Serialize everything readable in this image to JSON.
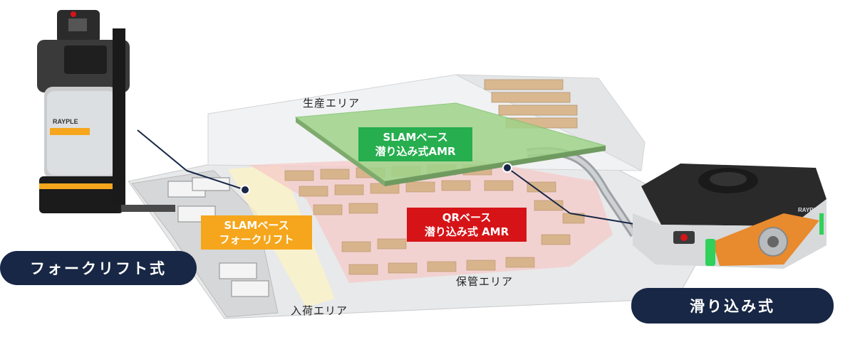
{
  "labels": {
    "production_area": "生産エリア",
    "storage_area": "保管エリア",
    "receiving_area": "入荷エリア"
  },
  "tags": {
    "slam_amr": [
      "SLAMベース",
      "潜り込み式AMR"
    ],
    "slam_forklift": [
      "SLAMベース",
      "フォークリフト"
    ],
    "qr_amr": [
      "QRベース",
      "潜り込み式 AMR"
    ]
  },
  "pills": {
    "forklift_type": "フォークリフト式",
    "underride_type": "滑り込み式"
  },
  "brand": "RAYPLE",
  "colors": {
    "navy": "#172745",
    "green": "#27ae4f",
    "orange": "#f6a61c",
    "red": "#d61418"
  }
}
